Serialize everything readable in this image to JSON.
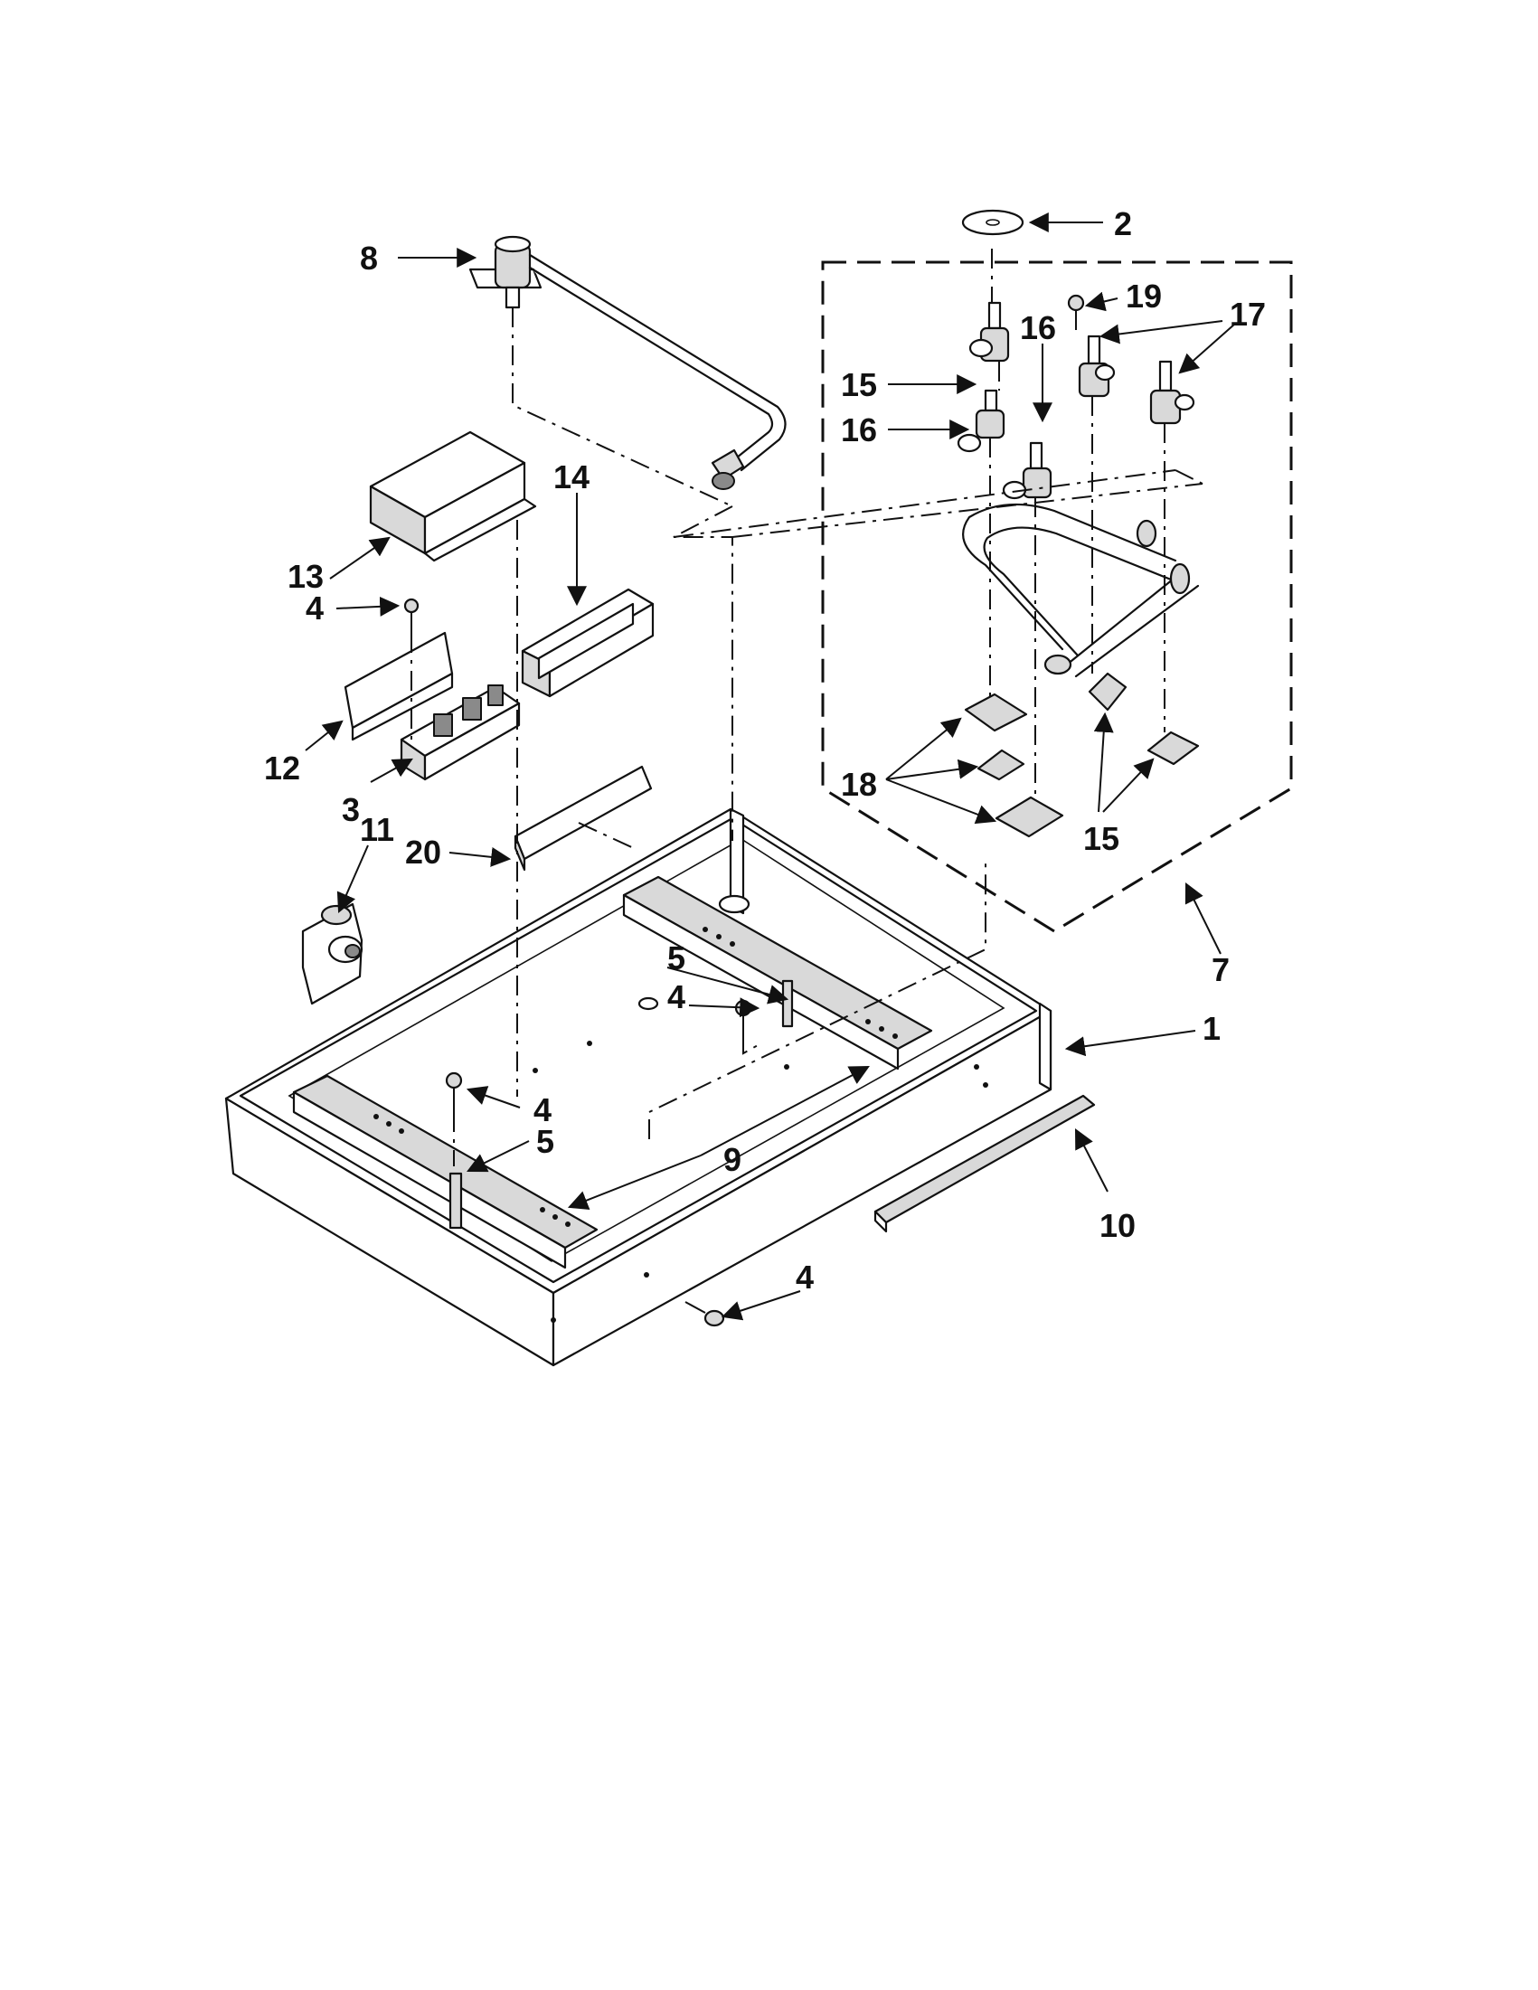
{
  "callouts": {
    "c1": "1",
    "c2": "2",
    "c3": "3",
    "c4a": "4",
    "c4b": "4",
    "c4c": "4",
    "c4d": "4",
    "c5a": "5",
    "c5b": "5",
    "c7": "7",
    "c8": "8",
    "c9": "9",
    "c10": "10",
    "c11": "11",
    "c12": "12",
    "c13": "13",
    "c14": "14",
    "c15a": "15",
    "c15b": "15",
    "c16a": "16",
    "c16b": "16",
    "c17": "17",
    "c18": "18",
    "c19": "19",
    "c20": "20"
  },
  "colors": {
    "ink": "#111111",
    "paper": "#ffffff",
    "shade": "#d9d9d9"
  }
}
